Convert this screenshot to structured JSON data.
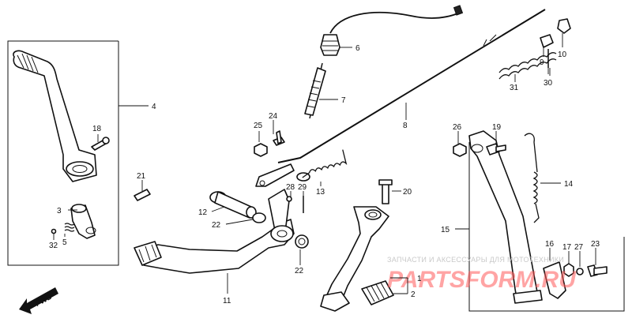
{
  "parts": [
    {
      "id": "1",
      "label": "1"
    },
    {
      "id": "2",
      "label": "2"
    },
    {
      "id": "3",
      "label": "3"
    },
    {
      "id": "4",
      "label": "4"
    },
    {
      "id": "5",
      "label": "5"
    },
    {
      "id": "6",
      "label": "6"
    },
    {
      "id": "7",
      "label": "7"
    },
    {
      "id": "8",
      "label": "8"
    },
    {
      "id": "9",
      "label": "9"
    },
    {
      "id": "10",
      "label": "10"
    },
    {
      "id": "11",
      "label": "11"
    },
    {
      "id": "12",
      "label": "12"
    },
    {
      "id": "13",
      "label": "13"
    },
    {
      "id": "14",
      "label": "14"
    },
    {
      "id": "15",
      "label": "15"
    },
    {
      "id": "16",
      "label": "16"
    },
    {
      "id": "17",
      "label": "17"
    },
    {
      "id": "18",
      "label": "18"
    },
    {
      "id": "19",
      "label": "19"
    },
    {
      "id": "20",
      "label": "20"
    },
    {
      "id": "21",
      "label": "21"
    },
    {
      "id": "22a",
      "label": "22"
    },
    {
      "id": "22b",
      "label": "22"
    },
    {
      "id": "23",
      "label": "23"
    },
    {
      "id": "24",
      "label": "24"
    },
    {
      "id": "25",
      "label": "25"
    },
    {
      "id": "26",
      "label": "26"
    },
    {
      "id": "27",
      "label": "27"
    },
    {
      "id": "28",
      "label": "28"
    },
    {
      "id": "29",
      "label": "29"
    },
    {
      "id": "30",
      "label": "30"
    },
    {
      "id": "31",
      "label": "31"
    },
    {
      "id": "32",
      "label": "32"
    }
  ],
  "direction_marker": "FWD",
  "watermark": {
    "text": "ЗАПЧАСТИ И АКСЕССУАРЫ ДЛЯ МОТОТЕХНИКИ",
    "logo": "PARTSFORM.RU",
    "color": "#ff5a5a"
  }
}
